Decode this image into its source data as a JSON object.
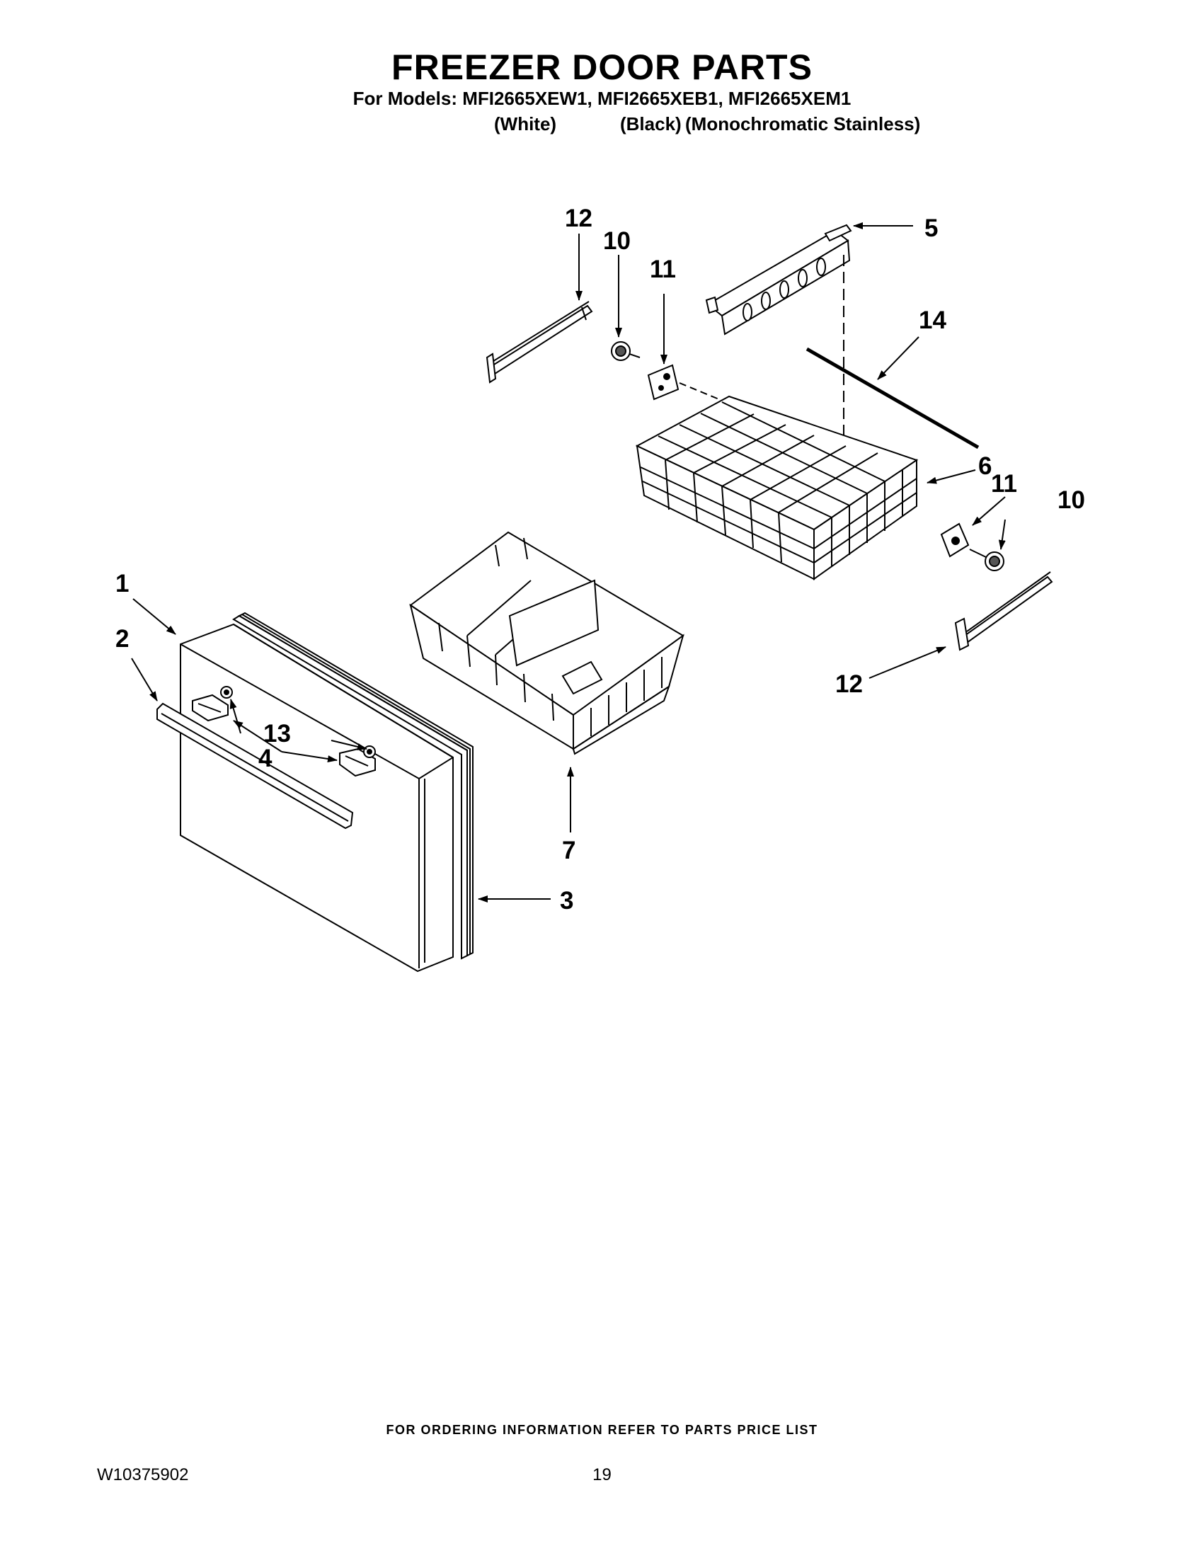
{
  "header": {
    "title": "FREEZER DOOR PARTS",
    "models_line": "For Models: MFI2665XEW1, MFI2665XEB1, MFI2665XEM1",
    "color_white": "(White)",
    "color_black": "(Black)",
    "color_mono": "(Monochromatic Stainless)"
  },
  "callouts": {
    "c1": "1",
    "c2": "2",
    "c3": "3",
    "c4": "4",
    "c5": "5",
    "c6": "6",
    "c7": "7",
    "c10a": "10",
    "c10b": "10",
    "c11a": "11",
    "c11b": "11",
    "c12a": "12",
    "c12b": "12",
    "c13": "13",
    "c14": "14"
  },
  "footer": {
    "ordering_note": "FOR ORDERING INFORMATION REFER TO PARTS PRICE LIST",
    "doc_number": "W10375902",
    "page_number": "19"
  }
}
